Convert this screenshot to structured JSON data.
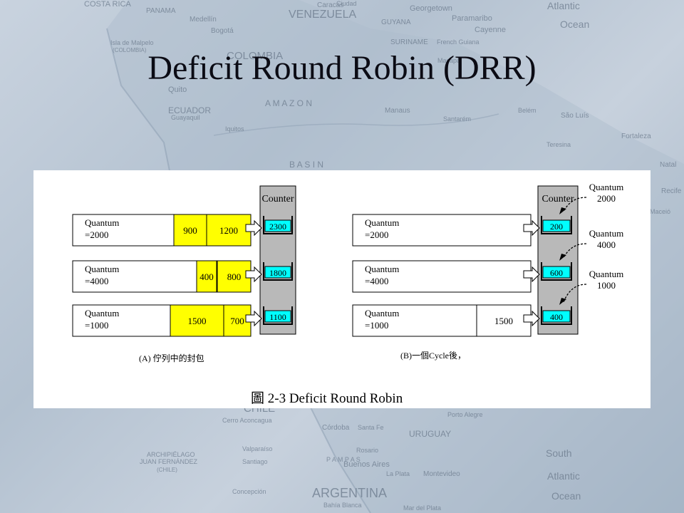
{
  "slide": {
    "title": "Deficit Round Robin (DRR)"
  },
  "background_map": {
    "labels": [
      "COSTA RICA",
      "PANAMA",
      "VENEZUELA",
      "Georgetown",
      "Paramaribo",
      "Cayenne",
      "GUYANA",
      "SURINAME",
      "French Guiana",
      "Caracas",
      "Ciudad",
      "Medellín",
      "Bogotá",
      "COLOMBIA",
      "Isla de Malpelo",
      "(COLOMBIA)",
      "Quito",
      "ECUADOR",
      "Guayaquil",
      "Iquitos",
      "A M A Z O N",
      "Manaus",
      "Santarém",
      "Belém",
      "São Luís",
      "Fortaleza",
      "Teresina",
      "Natal",
      "Recife",
      "Maceió",
      "B A S I N",
      "Atlantic",
      "Ocean",
      "Macapá",
      "CHILE",
      "Cerro Aconcagua",
      "Córdoba",
      "Santa Fe",
      "Porto Alegre",
      "Rosario",
      "URUGUAY",
      "Valparaíso",
      "Santiago",
      "Buenos Aires",
      "La Plata",
      "Montevideo",
      "ARCHIPIÉLAGO",
      "JUAN FERNÁNDEZ",
      "(CHILE)",
      "Concepción",
      "ARGENTINA",
      "Bahía Blanca",
      "Mar del Plata",
      "South",
      "Atlantic",
      "Ocean",
      "P A M P A S"
    ]
  },
  "figure": {
    "caption": "圖 2-3 Deficit Round Robin",
    "panel_a": {
      "label": "(A) 佇列中的封包",
      "counter_title": "Counter",
      "queues": [
        {
          "quantum_label": "Quantum",
          "quantum_value": "=2000",
          "packets": [
            "900",
            "1200"
          ],
          "counter": "2300"
        },
        {
          "quantum_label": "Quantum",
          "quantum_value": "=4000",
          "packets": [
            "400",
            "800"
          ],
          "counter": "1800"
        },
        {
          "quantum_label": "Quantum",
          "quantum_value": "=1000",
          "packets": [
            "1500",
            "700"
          ],
          "counter": "1100"
        }
      ]
    },
    "panel_b": {
      "label": "(B)一個Cycle後，",
      "counter_title": "Counter",
      "queues": [
        {
          "quantum_label": "Quantum",
          "quantum_value": "=2000",
          "packets": [],
          "counter": "200",
          "added_label": "Quantum",
          "added_value": "2000"
        },
        {
          "quantum_label": "Quantum",
          "quantum_value": "=4000",
          "packets": [],
          "counter": "600",
          "added_label": "Quantum",
          "added_value": "4000"
        },
        {
          "quantum_label": "Quantum",
          "quantum_value": "=1000",
          "packets": [
            "1500"
          ],
          "counter": "400",
          "added_label": "Quantum",
          "added_value": "1000"
        }
      ]
    },
    "colors": {
      "packet": "#ffff00",
      "counter_cell": "#00ffff",
      "counter_panel": "#b9b9b9"
    }
  }
}
